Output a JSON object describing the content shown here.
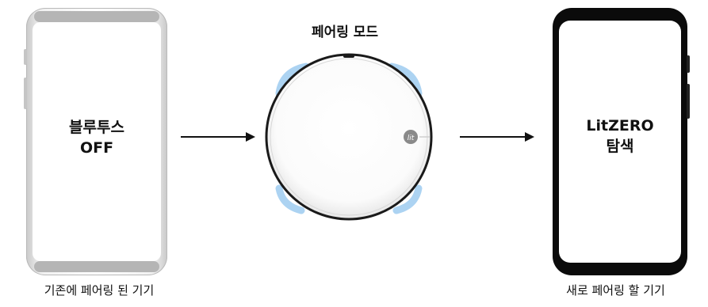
{
  "title": "페어링 모드",
  "left_device": {
    "screen_line1": "블루투스",
    "screen_line2": "OFF",
    "caption": "기존에 페어링 된 기기"
  },
  "right_device": {
    "screen_line1": "LitZERO",
    "screen_line2": "탐색",
    "caption": "새로 페어링 할 기기"
  },
  "center_device": {
    "logo_text": "lit",
    "led_color": "#9ecbf0"
  }
}
